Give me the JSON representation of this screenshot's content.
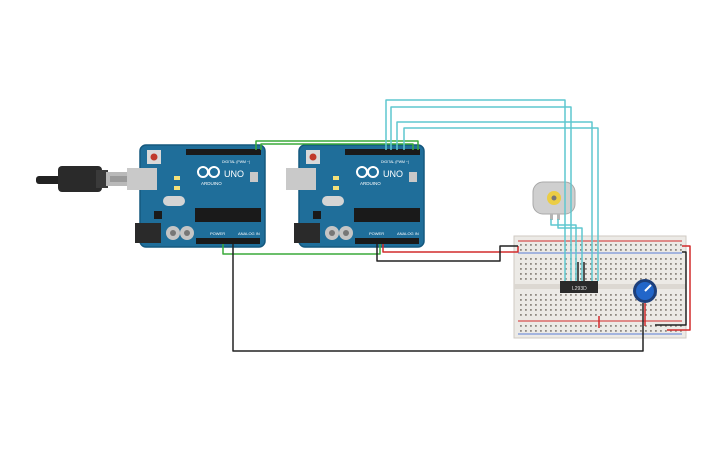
{
  "board1": {
    "brand": "ARDUINO",
    "model": "UNO",
    "power_label": "POWER",
    "analog_label": "ANALOG IN",
    "digital_label": "DIGITAL (PWM ~)"
  },
  "board2": {
    "brand": "ARDUINO",
    "model": "UNO",
    "power_label": "POWER",
    "analog_label": "ANALOG IN",
    "digital_label": "DIGITAL (PWM ~)"
  },
  "chip": {
    "label": "L293D"
  },
  "colors": {
    "arduino_blue": "#1f6e9a",
    "wire_green": "#3aaa3a",
    "wire_cyan": "#5ec7cf",
    "wire_red": "#d22b2b",
    "wire_black": "#222222",
    "breadboard": "#eceae6",
    "pot_blue": "#2266c9"
  },
  "icons": [
    "usb-cable-icon",
    "dc-motor-icon",
    "potentiometer-icon",
    "ic-chip-icon"
  ]
}
